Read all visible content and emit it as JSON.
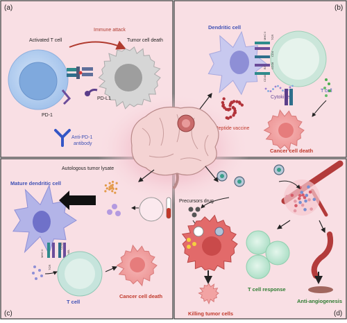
{
  "panels": {
    "a": {
      "tag": "(a)",
      "activated_t_cell": "Activated T cell",
      "immune_attack": "Immune attack",
      "tumor_cell_death": "Tumor cell death",
      "pd1": "PD-1",
      "pdl1": "PD-L1",
      "anti_pd1_line1": "Anti-PD-1",
      "anti_pd1_line2": "antibody"
    },
    "b": {
      "tag": "(b)",
      "dendritic_cell": "Dendritic cell",
      "t_cell": "T cell",
      "cytokines": "Cytokines",
      "peptide_vaccine": "Peptide vaccine",
      "cancer_cell_death": "Cancer cell death",
      "receptor_labels": [
        "MHC II",
        "TCR",
        "CD4",
        "CD28",
        "B7",
        "CD40"
      ]
    },
    "c": {
      "tag": "(c)",
      "autologous_tumor_lysate": "Autologous tumor lysate",
      "mature_dendritic_cell": "Mature dendritic cell",
      "t_cell": "T cell",
      "cancer_cell_death": "Cancer cell death",
      "receptor_labels": [
        "MHC II",
        "TCR",
        "CD40",
        "CD40L"
      ]
    },
    "d": {
      "tag": "(d)",
      "precursors_drug": "Precursors drug",
      "t_cell_response": "T cell response",
      "killing_tumor_cells": "Killing tumor cells",
      "anti_angiogenesis": "Anti-angiogenesis"
    }
  },
  "colors": {
    "panel_bg": "#f9dfe4",
    "t_cell": "#a9c8ee",
    "t_cell_nucleus": "#7aa6dc",
    "tumor": "#d9d9d9",
    "dendritic": "#c5c6ee",
    "cancer_cell": "#f2a3a3",
    "green_t_cell": "#bfe6d3",
    "blue_text": "#3f51b5",
    "red_text": "#c0392b",
    "green_text": "#2e7d32",
    "arrow_red": "#b03a2e"
  }
}
